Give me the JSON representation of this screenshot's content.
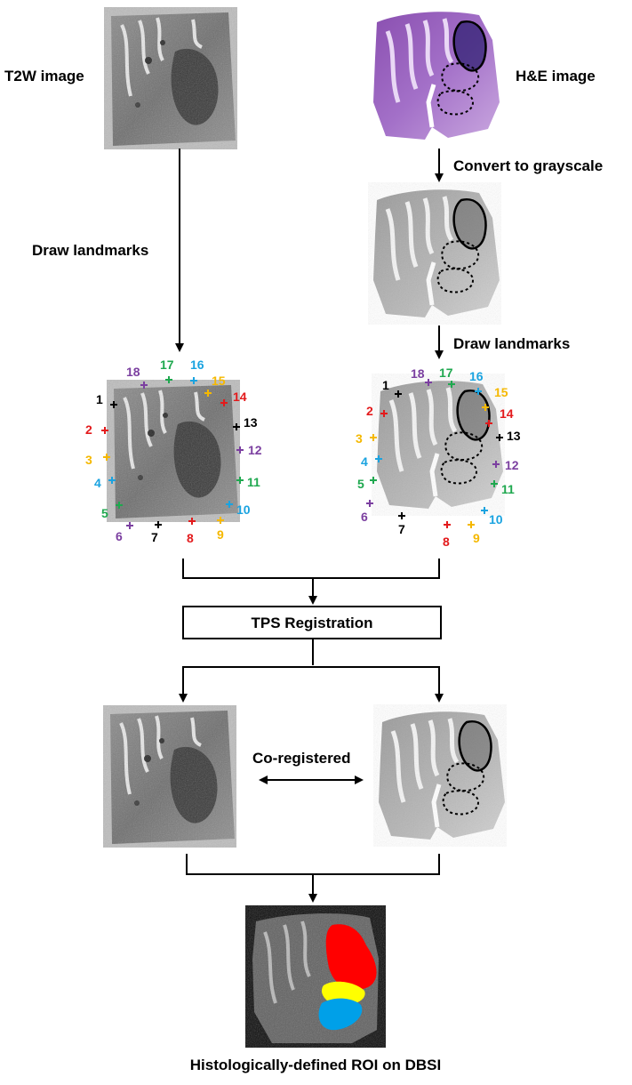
{
  "labels": {
    "t2w": "T2W image",
    "he": "H&E image",
    "convert": "Convert to grayscale",
    "draw_left": "Draw landmarks",
    "draw_right": "Draw landmarks",
    "tps": "TPS Registration",
    "coreg": "Co-registered",
    "caption": "Histologically-defined ROI on DBSI"
  },
  "landmark_colors": {
    "black": "#000000",
    "red": "#e31a1c",
    "yellow": "#f5b800",
    "cyan": "#1aa3e0",
    "green": "#1fa84f",
    "purple": "#7b3fa0"
  },
  "roi_colors": {
    "red": "#ff0000",
    "yellow": "#ffff00",
    "blue": "#00a0e8"
  },
  "landmarks": [
    {
      "id": "1",
      "color": "black"
    },
    {
      "id": "2",
      "color": "red"
    },
    {
      "id": "3",
      "color": "yellow"
    },
    {
      "id": "4",
      "color": "cyan"
    },
    {
      "id": "5",
      "color": "green"
    },
    {
      "id": "6",
      "color": "purple"
    },
    {
      "id": "7",
      "color": "black"
    },
    {
      "id": "8",
      "color": "red"
    },
    {
      "id": "9",
      "color": "yellow"
    },
    {
      "id": "10",
      "color": "cyan"
    },
    {
      "id": "11",
      "color": "green"
    },
    {
      "id": "12",
      "color": "purple"
    },
    {
      "id": "13",
      "color": "black"
    },
    {
      "id": "14",
      "color": "red"
    },
    {
      "id": "15",
      "color": "yellow"
    },
    {
      "id": "16",
      "color": "cyan"
    },
    {
      "id": "17",
      "color": "green"
    },
    {
      "id": "18",
      "color": "purple"
    }
  ]
}
